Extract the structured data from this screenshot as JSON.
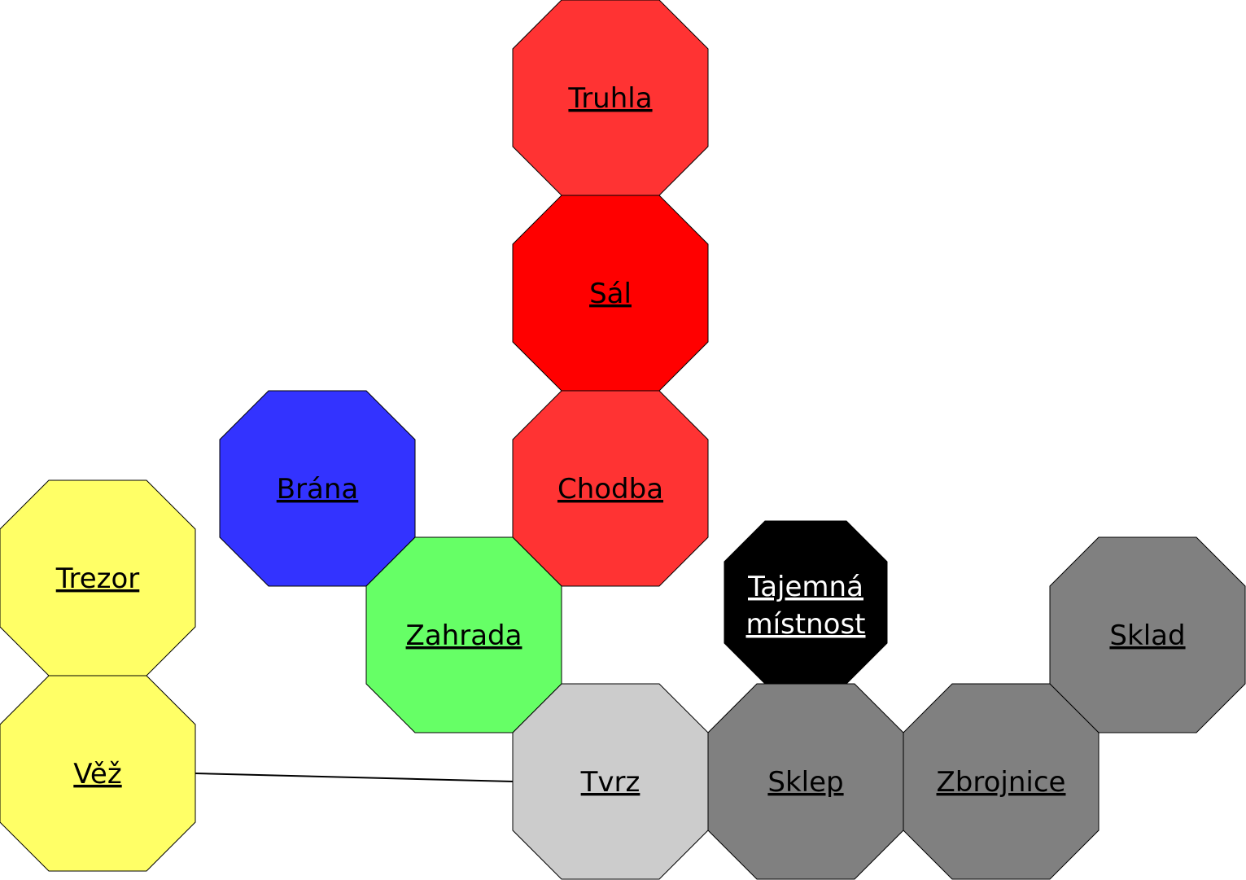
{
  "rooms": [
    {
      "id": "truhla",
      "label": "Truhla",
      "fill": "#ff3333",
      "text_color": "#000000"
    },
    {
      "id": "sal",
      "label": "Sál",
      "fill": "#ff0000",
      "text_color": "#000000"
    },
    {
      "id": "chodba",
      "label": "Chodba",
      "fill": "#ff3333",
      "text_color": "#000000"
    },
    {
      "id": "brana",
      "label": "Brána",
      "fill": "#3333ff",
      "text_color": "#000000"
    },
    {
      "id": "zahrada",
      "label": "Zahrada",
      "fill": "#66ff66",
      "text_color": "#000000"
    },
    {
      "id": "trezor",
      "label": "Trezor",
      "fill": "#ffff66",
      "text_color": "#000000"
    },
    {
      "id": "vez",
      "label": "Věž",
      "fill": "#ffff66",
      "text_color": "#000000"
    },
    {
      "id": "tajemna-mistnost",
      "label": "Tajemná místnost",
      "fill": "#000000",
      "text_color": "#ffffff"
    },
    {
      "id": "sklad",
      "label": "Sklad",
      "fill": "#808080",
      "text_color": "#000000"
    },
    {
      "id": "tvrz",
      "label": "Tvrz",
      "fill": "#cccccc",
      "text_color": "#000000"
    },
    {
      "id": "sklep",
      "label": "Sklep",
      "fill": "#808080",
      "text_color": "#000000"
    },
    {
      "id": "zbrojnice",
      "label": "Zbrojnice",
      "fill": "#808080",
      "text_color": "#000000"
    }
  ],
  "connections": [
    {
      "from": "vez",
      "to": "tvrz"
    }
  ]
}
